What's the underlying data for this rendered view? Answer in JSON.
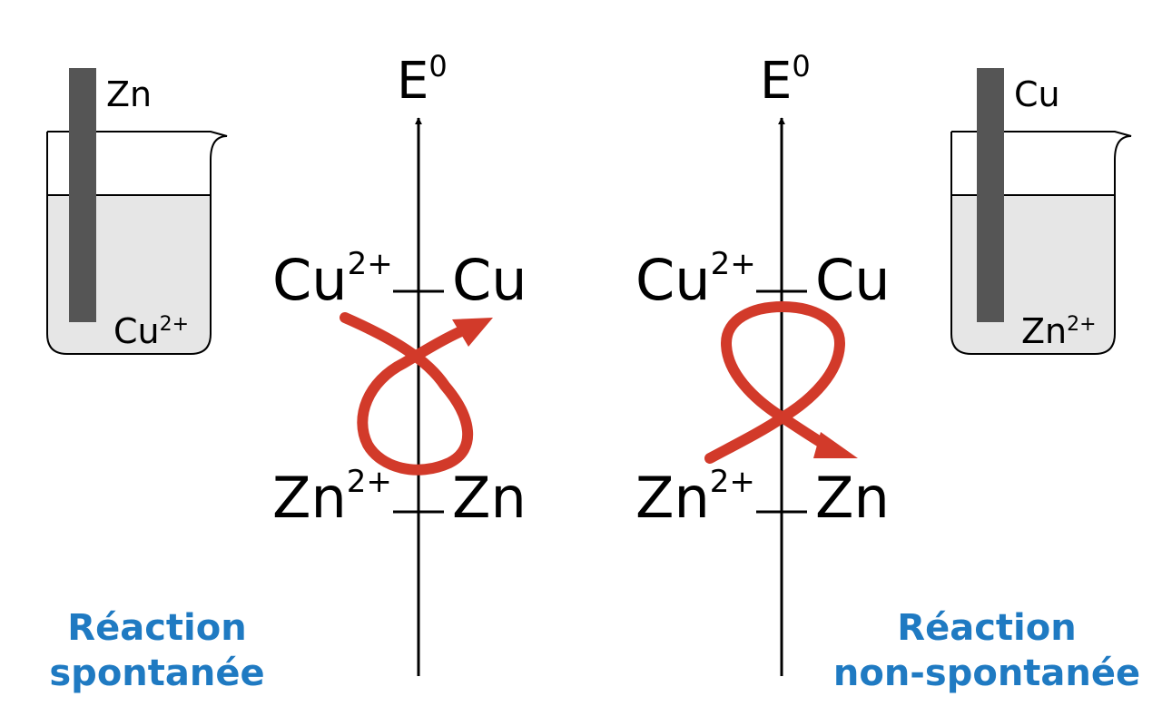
{
  "left": {
    "beaker": {
      "electrode": "Zn",
      "ion_base": "Cu",
      "ion_charge": "2+"
    },
    "axis": {
      "label_base": "E",
      "label_sup": "0"
    },
    "top_couple": {
      "ox_base": "Cu",
      "ox_charge": "2+",
      "red": "Cu"
    },
    "bottom_couple": {
      "ox_base": "Zn",
      "ox_charge": "2+",
      "red": "Zn"
    },
    "caption": {
      "line1": "Réaction",
      "line2": "spontanée"
    }
  },
  "right": {
    "beaker": {
      "electrode": "Cu",
      "ion_base": "Zn",
      "ion_charge": "2+"
    },
    "axis": {
      "label_base": "E",
      "label_sup": "0"
    },
    "top_couple": {
      "ox_base": "Cu",
      "ox_charge": "2+",
      "red": "Cu"
    },
    "bottom_couple": {
      "ox_base": "Zn",
      "ox_charge": "2+",
      "red": "Zn"
    },
    "caption": {
      "line1": "Réaction",
      "line2": "non-spontanée"
    }
  },
  "colors": {
    "arrow": "#d23a2a",
    "caption": "#1f7ac2",
    "electrode": "#555555",
    "solution": "#e6e6e6",
    "ink": "#000000"
  }
}
